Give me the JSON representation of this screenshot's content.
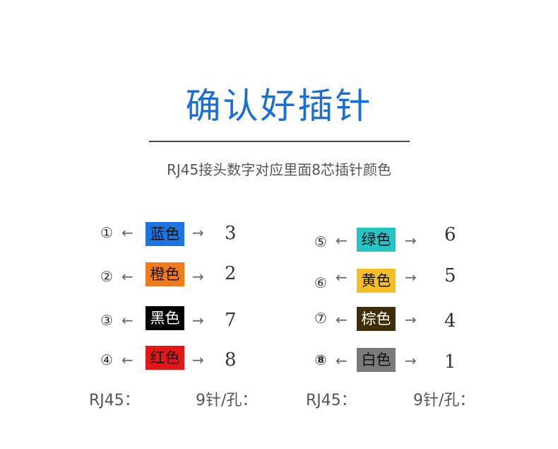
{
  "title": "确认好插针",
  "subtitle": "RJ45接头数字对应里面8芯插针颜色",
  "arrow_left": "←",
  "arrow_right": "→",
  "left_column": [
    {
      "marker": "①",
      "color_label": "蓝色",
      "swatch_color": "#1c74e0",
      "text_color": "#111111",
      "pin": "3"
    },
    {
      "marker": "②",
      "color_label": "橙色",
      "swatch_color": "#f07a1e",
      "text_color": "#111111",
      "pin": "2"
    },
    {
      "marker": "③",
      "color_label": "黑色",
      "swatch_color": "#000000",
      "text_color": "#ffffff",
      "pin": "7"
    },
    {
      "marker": "④",
      "color_label": "红色",
      "swatch_color": "#e01818",
      "text_color": "#111111",
      "pin": "8"
    }
  ],
  "right_column": [
    {
      "marker": "⑤",
      "color_label": "绿色",
      "swatch_color": "#22c6c6",
      "text_color": "#111111",
      "pin": "6"
    },
    {
      "marker": "⑥",
      "color_label": "黄色",
      "swatch_color": "#f6be25",
      "text_color": "#111111",
      "pin": "5"
    },
    {
      "marker": "⑦",
      "color_label": "棕色",
      "swatch_color": "#3e2d06",
      "text_color": "#ffffff",
      "pin": "4"
    },
    {
      "marker": "⑧",
      "color_label": "白色",
      "swatch_color": "#7b7b7b",
      "text_color": "#111111",
      "pin": "1"
    }
  ],
  "footer": {
    "left_label": "RJ45：",
    "left_value": "9针/孔：",
    "right_label": "RJ45：",
    "right_value": "9针/孔："
  }
}
